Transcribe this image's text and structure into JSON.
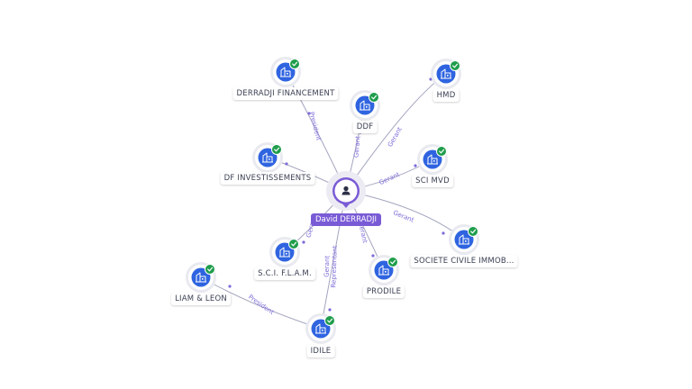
{
  "center": {
    "name": "David DERRADJI",
    "icon": "person-icon",
    "color": "#7a5bd6"
  },
  "companies": [
    {
      "id": "derradji-financement",
      "name": "DERRADJI FINANCEMENT",
      "verified": true
    },
    {
      "id": "ddf",
      "name": "DDF",
      "verified": true
    },
    {
      "id": "hmd",
      "name": "HMD",
      "verified": true
    },
    {
      "id": "df-investissements",
      "name": "DF INVESTISSEMENTS",
      "verified": true
    },
    {
      "id": "sci-mvd",
      "name": "SCI MVD",
      "verified": true
    },
    {
      "id": "societe-civile",
      "name": "SOCIETE CIVILE IMMOB...",
      "verified": true
    },
    {
      "id": "scifla",
      "name": "S.C.I. F.L.A.M.",
      "verified": true
    },
    {
      "id": "prodile",
      "name": "PRODILE",
      "verified": true
    },
    {
      "id": "liam-leon",
      "name": "LIAM & LEON",
      "verified": true
    },
    {
      "id": "idile",
      "name": "IDILE",
      "verified": true
    }
  ],
  "relations": [
    {
      "from": "center",
      "to": "derradji-financement",
      "label": "President"
    },
    {
      "from": "center",
      "to": "ddf",
      "label": "Gerant"
    },
    {
      "from": "center",
      "to": "hmd",
      "label": "Gerant"
    },
    {
      "from": "center",
      "to": "df-investissements",
      "label": ""
    },
    {
      "from": "center",
      "to": "sci-mvd",
      "label": "Gerant"
    },
    {
      "from": "center",
      "to": "societe-civile",
      "label": "Gerant"
    },
    {
      "from": "center",
      "to": "scifla",
      "label": "Gerant"
    },
    {
      "from": "center",
      "to": "prodile",
      "label": "Gerant"
    },
    {
      "from": "center",
      "to": "idile",
      "label": "Gerant Representant"
    },
    {
      "from": "idile",
      "to": "liam-leon",
      "label": "President"
    }
  ],
  "colors": {
    "company_node": "#2f64e0",
    "verified_badge": "#1f9d4c",
    "edge": "#a3a5bf",
    "edge_label": "#7d6bd8"
  }
}
